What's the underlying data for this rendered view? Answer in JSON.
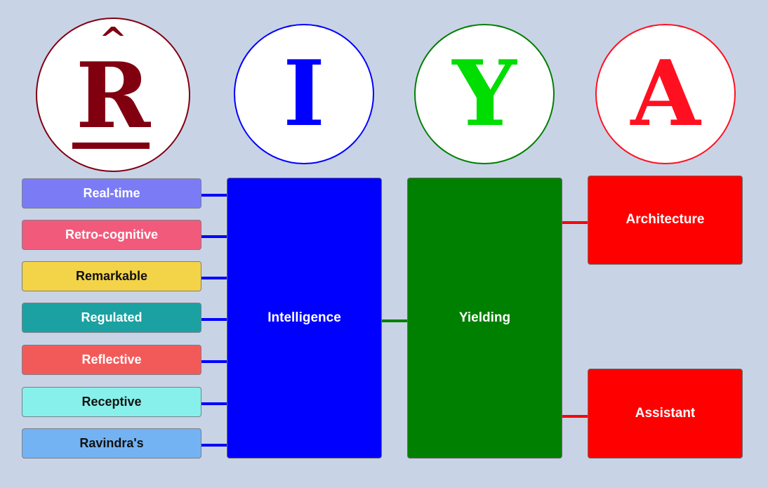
{
  "logo": [
    {
      "letter": "R",
      "color": "#800010",
      "hat": "^"
    },
    {
      "letter": "I",
      "color": "#0000ff"
    },
    {
      "letter": "Y",
      "color": "#00dd00"
    },
    {
      "letter": "A",
      "color": "#ff1020"
    }
  ],
  "left_items": [
    {
      "label": "Real-time",
      "bg": "#7b7cf5",
      "fg": "#ffffff"
    },
    {
      "label": "Retro-cognitive",
      "bg": "#f25a7c",
      "fg": "#ffffff"
    },
    {
      "label": "Remarkable",
      "bg": "#f3d348",
      "fg": "#111111"
    },
    {
      "label": "Regulated",
      "bg": "#1ba1a1",
      "fg": "#ffffff"
    },
    {
      "label": "Reflective",
      "bg": "#f25a5a",
      "fg": "#ffffff"
    },
    {
      "label": "Receptive",
      "bg": "#87f0ea",
      "fg": "#111111"
    },
    {
      "label": "Ravindra's",
      "bg": "#74b3f3",
      "fg": "#111111"
    }
  ],
  "intelligence": {
    "label": "Intelligence",
    "bg": "#0000ff"
  },
  "yielding": {
    "label": "Yielding",
    "bg": "#008000"
  },
  "right_items": [
    {
      "label": "Architecture",
      "bg": "#ff0000"
    },
    {
      "label": "Assistant",
      "bg": "#ff0000"
    }
  ],
  "colors": {
    "background": "#c9d3e6",
    "blue_connector": "#0000ff",
    "green_connector": "#008000",
    "red_connector": "#ff0000"
  }
}
